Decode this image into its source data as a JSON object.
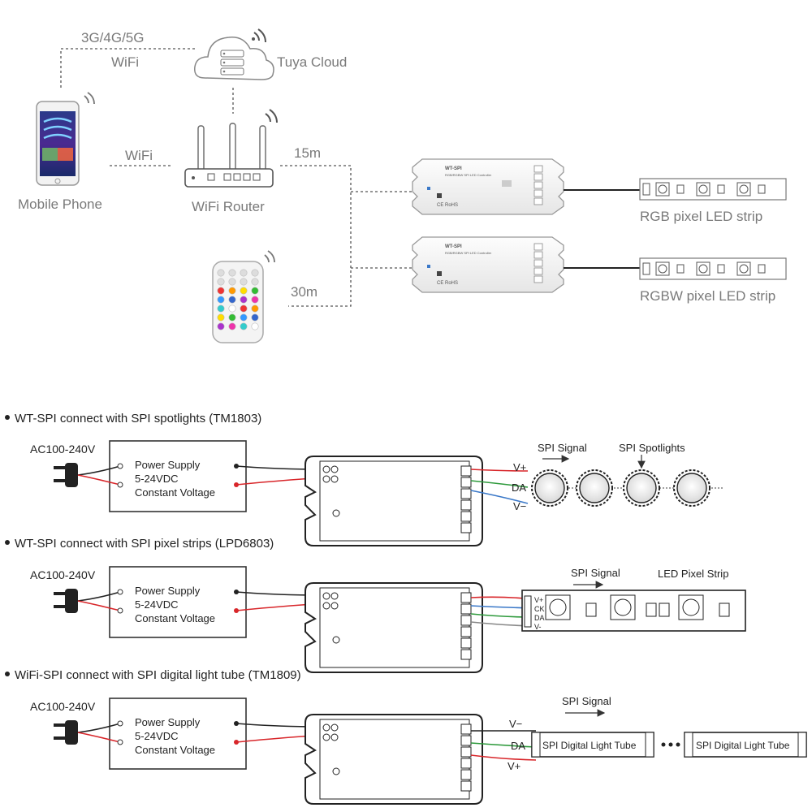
{
  "top": {
    "net_label_1": "3G/4G/5G",
    "net_label_2": "WiFi",
    "cloud_label": "Tuya Cloud",
    "phone_label": "Mobile Phone",
    "phone_wifi_label": "WiFi",
    "router_label": "WiFi Router",
    "distance_router": "15m",
    "distance_remote": "30m",
    "controller_name": "WT-SPI",
    "controller_sub": "RGB/RGBW SPI LED Controller",
    "controller_ce": "CE RoHS",
    "strip1_label": "RGB pixel LED strip",
    "strip2_label": "RGBW pixel LED strip"
  },
  "sections": [
    {
      "title": "WT-SPI connect with SPI spotlights (TM1803)",
      "ac_label": "AC100-240V",
      "psu_lines": [
        "Power Supply",
        "5-24VDC",
        "Constant Voltage"
      ],
      "signal_label": "SPI Signal",
      "target_label": "SPI Spotlights",
      "pins": [
        "V+",
        "DA",
        "V−"
      ]
    },
    {
      "title": "WT-SPI connect with SPI pixel strips (LPD6803)",
      "ac_label": "AC100-240V",
      "psu_lines": [
        "Power Supply",
        "5-24VDC",
        "Constant Voltage"
      ],
      "signal_label": "SPI Signal",
      "target_label": "LED Pixel Strip",
      "pins": [
        "V+",
        "CK",
        "DA",
        "V-"
      ]
    },
    {
      "title": "WiFi-SPI connect with SPI digital light tube (TM1809)",
      "ac_label": "AC100-240V",
      "psu_lines": [
        "Power Supply",
        "5-24VDC",
        "Constant Voltage"
      ],
      "signal_label": "SPI Signal",
      "tube_label_1": "SPI Digital Light Tube",
      "tube_label_2": "SPI Digital Light Tube",
      "pins": [
        "V−",
        "DA",
        "V+"
      ]
    }
  ],
  "colors": {
    "red": "#d8262a",
    "green": "#2e9a3c",
    "blue": "#3a78c8",
    "text": "#222222",
    "gray": "#7a7a7a"
  }
}
